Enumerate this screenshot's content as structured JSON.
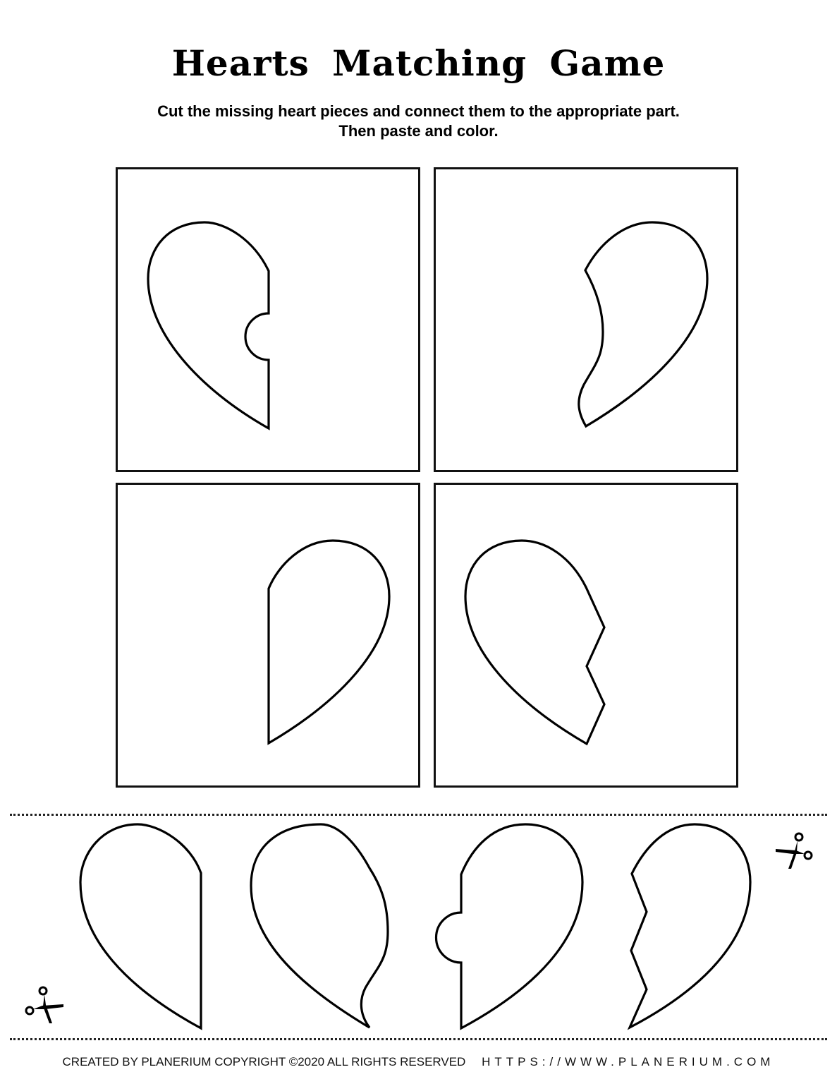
{
  "worksheet": {
    "title": "Hearts Matching Game",
    "instructions": {
      "line1": "Cut the missing heart pieces and connect them to the appropriate part.",
      "line2": "Then paste and color."
    }
  },
  "target_boxes": [
    {
      "position": "top-left",
      "piece": "left half with round notch (socket) cut into its flat edge"
    },
    {
      "position": "top-right",
      "piece": "right half with curvy S-shaped inner edge"
    },
    {
      "position": "bottom-left",
      "piece": "right half with straight vertical edge"
    },
    {
      "position": "bottom-right",
      "piece": "left half with zigzag edge"
    }
  ],
  "cutout_pieces": [
    {
      "index": 1,
      "piece": "left half with straight vertical edge"
    },
    {
      "index": 2,
      "piece": "left half with curvy S-shaped edge"
    },
    {
      "index": 3,
      "piece": "right half with round tab on its flat edge"
    },
    {
      "index": 4,
      "piece": "right half with zigzag edge"
    }
  ],
  "icons": {
    "scissors_left": "scissors-icon",
    "scissors_right": "scissors-icon"
  },
  "colors": {
    "ink": "#000000",
    "background": "#ffffff"
  },
  "footer": {
    "credit": "CREATED BY PLANERIUM COPYRIGHT ©2020 ALL RIGHTS RESERVED",
    "url": "HTTPS://WWW.PLANERIUM.COM"
  }
}
